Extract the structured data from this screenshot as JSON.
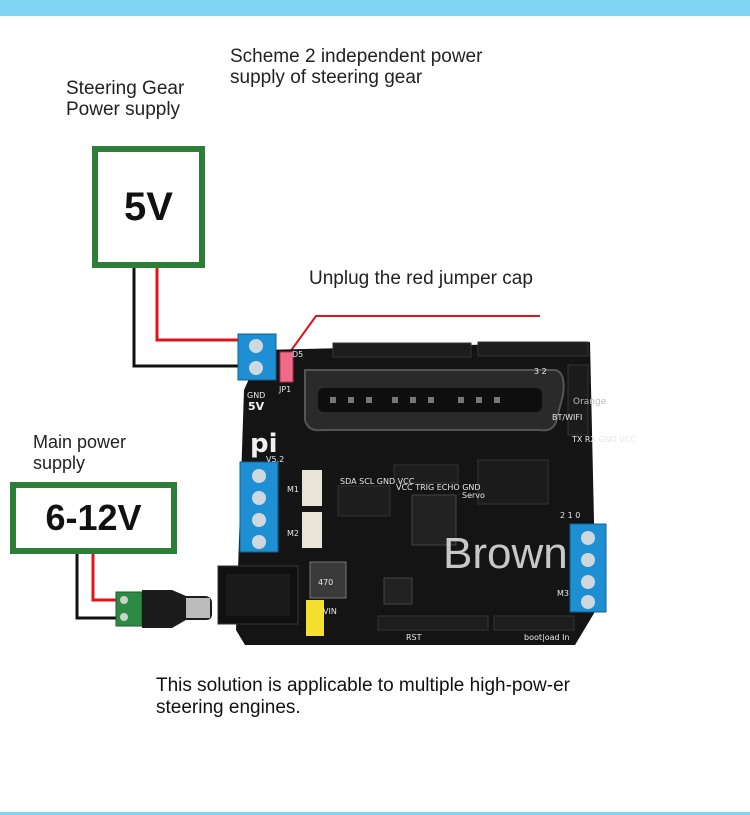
{
  "captions": {
    "scheme": "Scheme 2 independent power supply of steering gear",
    "steering_supply": "Steering Gear Power supply",
    "jumper": "Unplug the red jumper cap",
    "main_supply": "Main power supply",
    "solution": "This solution is applicable to multiple high-pow-er steering engines."
  },
  "boxes": {
    "steer_voltage": "5V",
    "main_voltage": "6-12V"
  },
  "board": {
    "version": "V5.2",
    "logo": "pi",
    "gnd_label": "GND",
    "v5_label": "5V",
    "d5_label": "D5",
    "jp1_label": "JP1",
    "inductor": "470",
    "m1": "M1",
    "m2": "M2",
    "m3": "M3",
    "servo": "Servo",
    "rst": "RST",
    "bootloader": "boot|oad In",
    "vin": "VIN",
    "i2c": "SDA SCL GND VCC",
    "ultrasonic": "VCC TRIG ECHO GND",
    "bt": "BT/WIFI",
    "pins_210": "2 1 0",
    "pins_32": "3 2",
    "uart": "TX RX GND VCC"
  },
  "watermark": {
    "orange": "Orange",
    "brown": "Brown"
  },
  "colors": {
    "frame_green": "#2d7f38",
    "accent_bar": "#7fd6f4",
    "wire_red": "#e0131a",
    "wire_black": "#111111",
    "terminal_blue": "#1f8fd4",
    "board_black": "#141414"
  }
}
